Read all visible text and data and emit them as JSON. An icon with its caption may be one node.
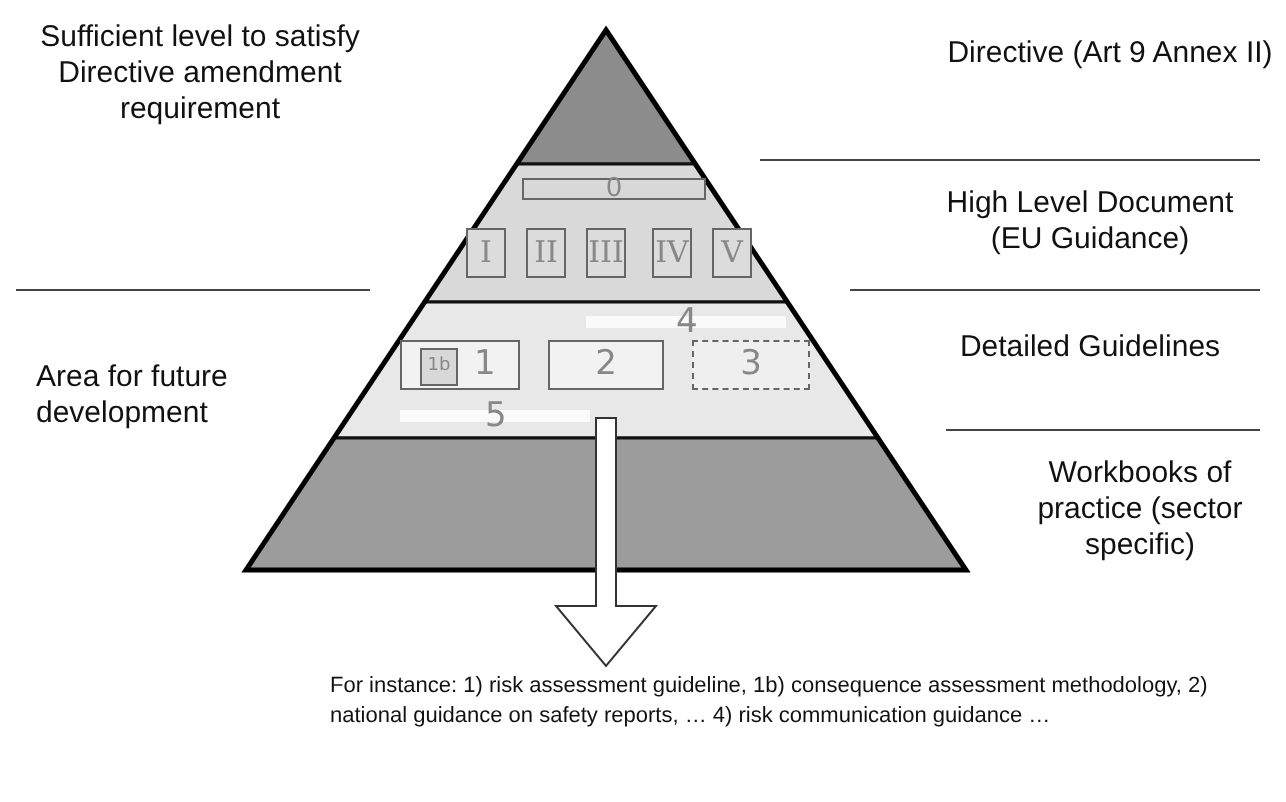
{
  "diagram": {
    "nodes": [
      {
        "text": [
          "0"
        ]
      },
      {
        "text": [
          "I"
        ]
      },
      {
        "text": [
          "II"
        ]
      },
      {
        "text": [
          "III"
        ]
      },
      {
        "text": [
          "IV"
        ]
      },
      {
        "text": [
          "V"
        ]
      },
      {
        "text": [
          "1"
        ]
      },
      {
        "text": [
          "1b"
        ],
        "in": 6
      },
      {
        "text": [
          "2"
        ]
      },
      {
        "text": [
          "3"
        ]
      },
      {
        "text": [
          "4"
        ]
      },
      {
        "text": [
          "5"
        ]
      },
      {
        "text": [
          "For instance: 1) risk assessment guideline, 1b) consequence assessment methodology, 2) national guidance on safety reports, … 4) risk communication guidance …"
        ]
      }
    ],
    "edges": [
      {
        "from": null,
        "to": 12,
        "arrow": "to"
      }
    ],
    "labels": [
      "Sufficient level to satisfy Directive amendment requirement",
      "Directive (Art 9 Annex II)",
      "High Level Document (EU Guidance)",
      "Area for future development",
      "Detailed Guidelines",
      "Workbooks of practice (sector specific)"
    ]
  }
}
